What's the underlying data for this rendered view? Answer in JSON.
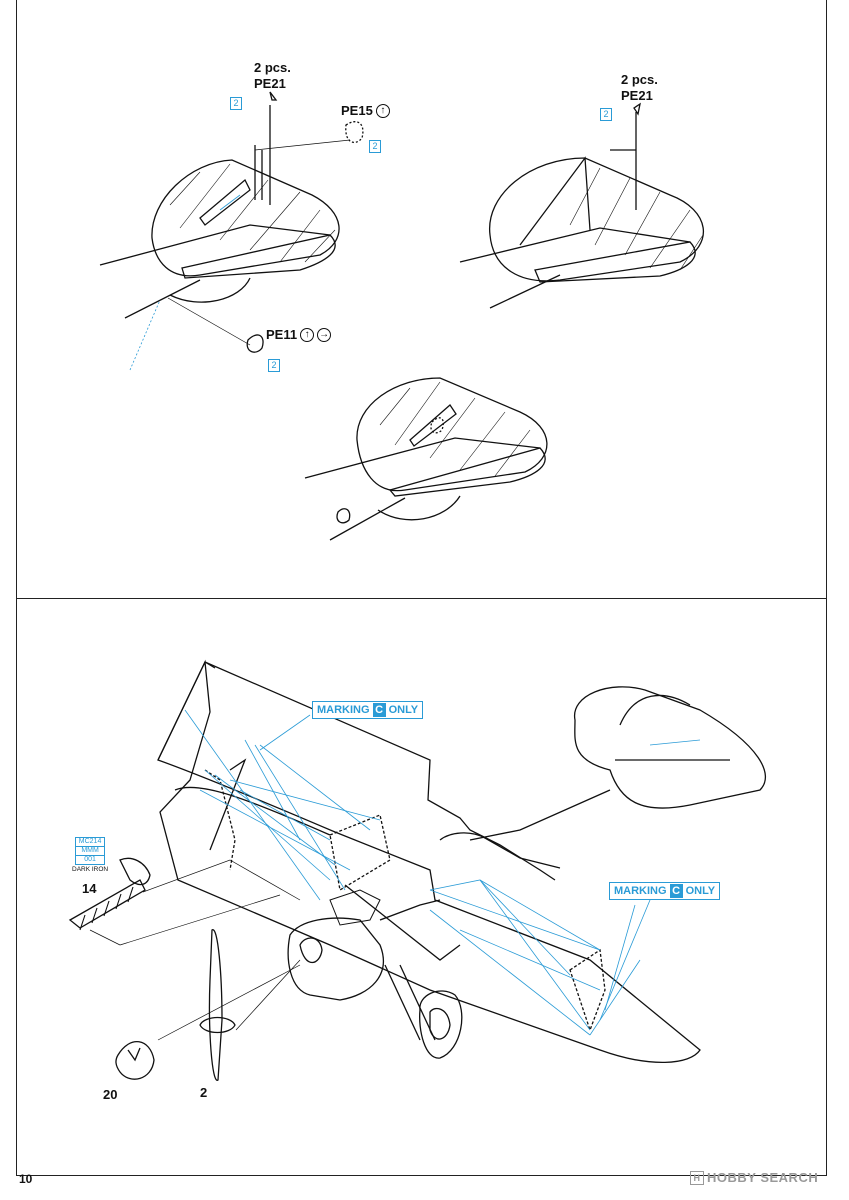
{
  "page_number": "10",
  "top_panel": {
    "left_view": {
      "pe21_qty": "2 pcs.",
      "pe21_code": "PE21",
      "pe21_box": "2",
      "pe15_code": "PE15",
      "pe15_box": "2",
      "pe11_code": "PE11",
      "pe11_box": "2"
    },
    "right_view": {
      "pe21_qty": "2 pcs.",
      "pe21_code": "PE21",
      "pe21_box": "2"
    }
  },
  "bottom_panel": {
    "marking_top": {
      "prefix": "MARKING",
      "letter": "C",
      "suffix": "ONLY"
    },
    "marking_right": {
      "prefix": "MARKING",
      "letter": "C",
      "suffix": "ONLY"
    },
    "paint": {
      "code1": "MC214",
      "code2": "MMM",
      "code3": "001",
      "name": "DARK IRON"
    },
    "part_14": "14",
    "part_20": "20",
    "part_2": "2"
  },
  "watermark": {
    "text": "HOBBY SEARCH",
    "logo_letter": "H"
  },
  "colors": {
    "callout_blue": "#2a9bd6",
    "line_black": "#111111",
    "watermark_grey": "#999999"
  },
  "icons": [
    "rotate-arrow-icon",
    "rotate-arrow-icon",
    "rotate-arrow-icon",
    "bend-direction-icon"
  ]
}
